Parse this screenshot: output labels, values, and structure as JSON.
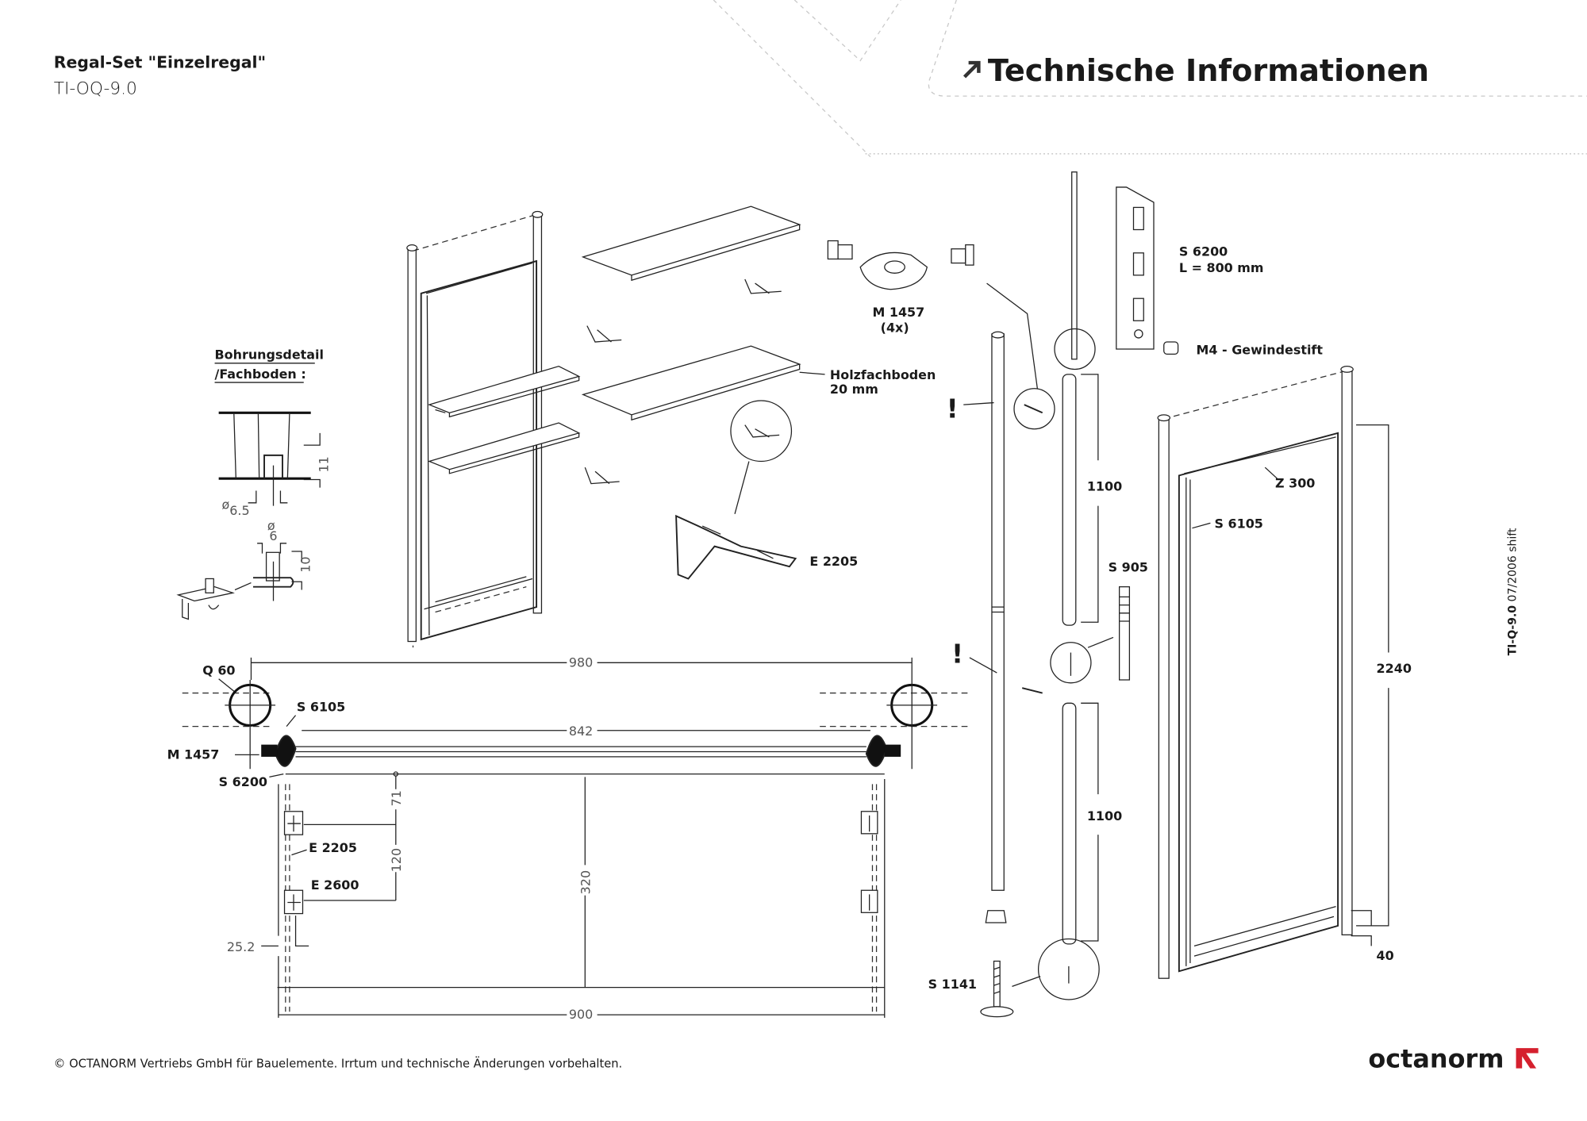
{
  "header": {
    "title": "Regal-Set \"Einzelregal\"",
    "subtitle": "TI-OQ-9.0",
    "section_icon": "arrow-up-right-icon",
    "section_title": "Technische Informationen"
  },
  "detail": {
    "title_line1": "Bohrungsdetail",
    "title_line2": "/Fachboden :",
    "dim_hole_diameter": "6.5",
    "dim_hole_depth": "11",
    "dim_pin_diameter": "6",
    "dim_pin_height": "10",
    "diameter_symbol": "ø"
  },
  "iso_view": {
    "m1457": "M 1457",
    "m1457_qty": "(4x)",
    "holzfachboden": "Holzfachboden",
    "holzfachboden_thickness": "20 mm",
    "e2205": "E 2205"
  },
  "plan_view": {
    "q60": "Q 60",
    "s6105": "S 6105",
    "m1457": "M 1457",
    "s6200": "S 6200",
    "e2205": "E 2205",
    "e2600": "E 2600",
    "dim_980": "980",
    "dim_842": "842",
    "dim_71": "71",
    "dim_120": "120",
    "dim_320": "320",
    "dim_25_2": "25.2",
    "dim_900": "900"
  },
  "exploded_view": {
    "s6200": "S 6200",
    "s6200_length": "L = 800 mm",
    "m4": "M4 - Gewindestift",
    "warning1": "!",
    "warning2": "!",
    "dim_1100_top": "1100",
    "dim_1100_bottom": "1100",
    "s905": "S 905",
    "s1141": "S 1141"
  },
  "frame_view": {
    "z300": "Z 300",
    "s6105": "S 6105",
    "dim_2240": "2240",
    "dim_40": "40"
  },
  "side_note": {
    "code": "TI-Q-9.0",
    "date": "07/2006 shift"
  },
  "footer": {
    "copyright": "© OCTANORM Vertriebs GmbH für Bauelemente. Irrtum und technische Änderungen vorbehalten.",
    "logo_text": "octanorm",
    "logo_color": "#d5202e"
  }
}
